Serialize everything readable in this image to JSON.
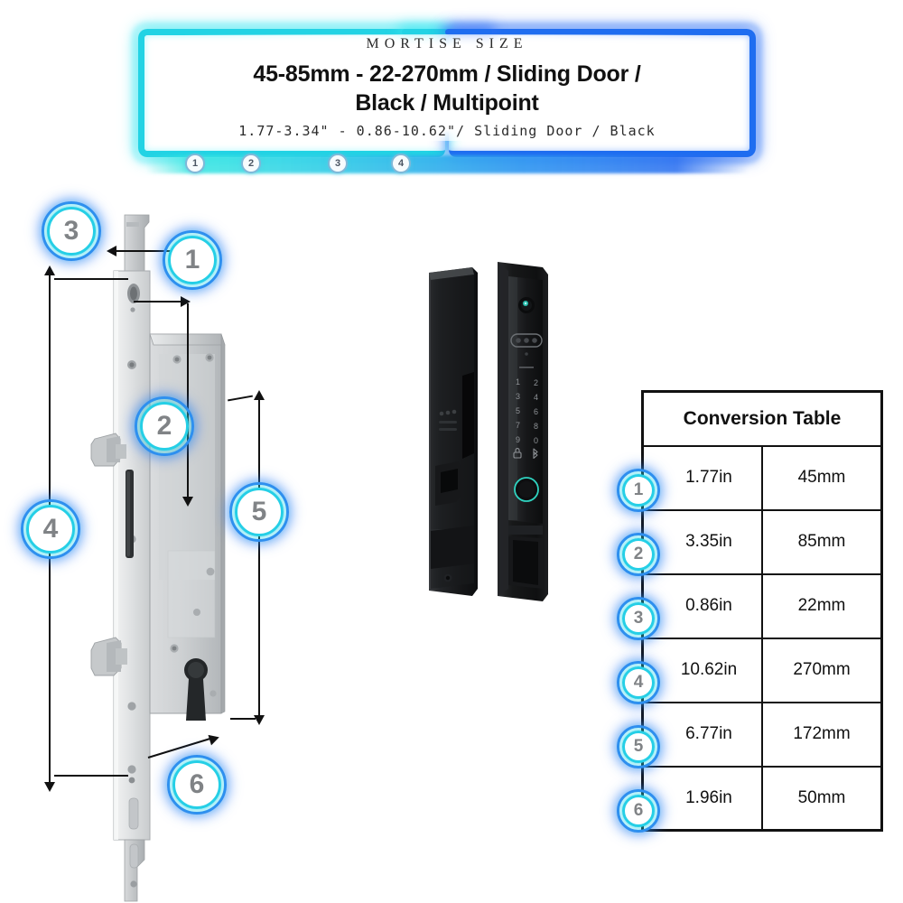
{
  "header": {
    "eyebrow": "MORTISE SIZE",
    "title_line1": "45-85mm - 22-270mm / Sliding Door /",
    "title_line2": "Black / Multipoint",
    "subtitle": "1.77-3.34\" - 0.86-10.62\"/ Sliding Door / Black",
    "rail_badges": [
      "1",
      "2",
      "3",
      "4"
    ],
    "accent_cyan": "#22d3e4",
    "accent_blue": "#1f6df0"
  },
  "callouts": [
    {
      "id": "callout-1",
      "label": "1"
    },
    {
      "id": "callout-2",
      "label": "2"
    },
    {
      "id": "callout-3",
      "label": "3"
    },
    {
      "id": "callout-4",
      "label": "4"
    },
    {
      "id": "callout-5",
      "label": "5"
    },
    {
      "id": "callout-6",
      "label": "6"
    }
  ],
  "smart_lock": {
    "keypad_left_column": [
      "1",
      "3",
      "5",
      "7",
      "9"
    ],
    "keypad_right_column": [
      "2",
      "4",
      "6",
      "8",
      "0"
    ],
    "keypad_symbols": [
      "lock-icon",
      "bluetooth-icon"
    ],
    "body_color": "#1b1b1d",
    "indicator_color": "#2ad6c4"
  },
  "table": {
    "title": "Conversion Table",
    "rows": [
      {
        "num": "1",
        "inches": "1.77in",
        "mm": "45mm"
      },
      {
        "num": "2",
        "inches": "3.35in",
        "mm": "85mm"
      },
      {
        "num": "3",
        "inches": "0.86in",
        "mm": "22mm"
      },
      {
        "num": "4",
        "inches": "10.62in",
        "mm": "270mm"
      },
      {
        "num": "5",
        "inches": "6.77in",
        "mm": "172mm"
      },
      {
        "num": "6",
        "inches": "1.96in",
        "mm": "50mm"
      }
    ]
  }
}
